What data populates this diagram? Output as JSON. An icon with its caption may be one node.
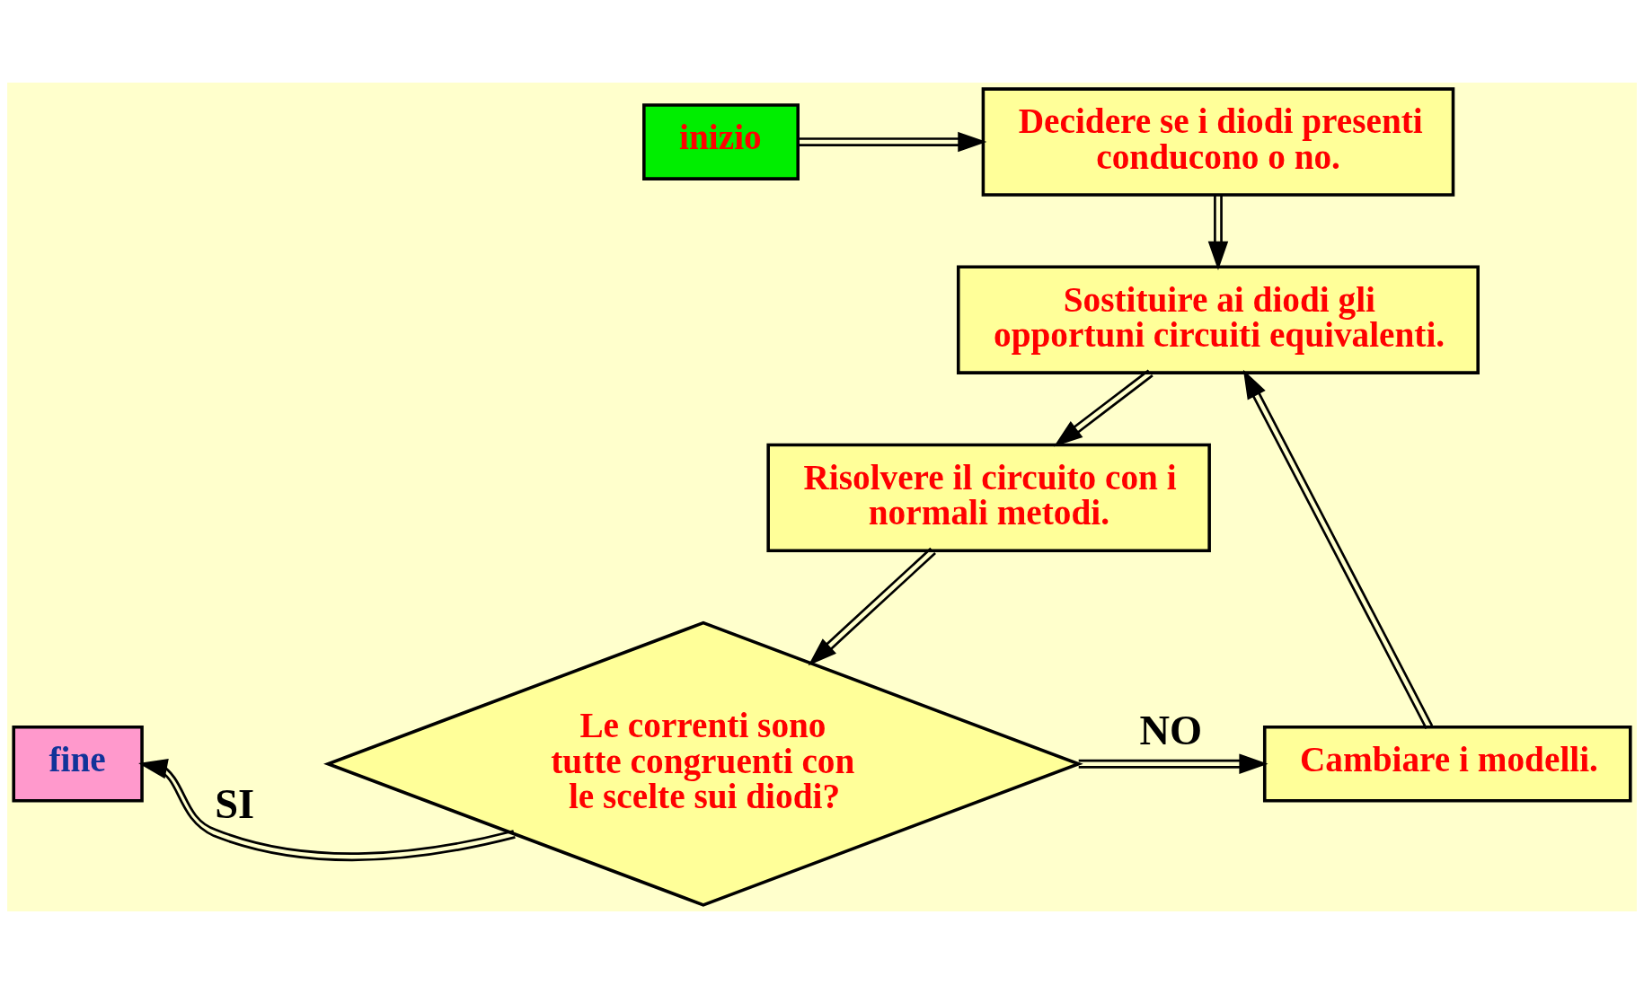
{
  "diagram": {
    "nodes": [
      {
        "text": [
          "inizio"
        ]
      },
      {
        "text": [
          "Decidere se i diodi presenti conducono o no."
        ]
      },
      {
        "text": [
          "Sostituire ai diodi gli opportuni circuiti equivalenti."
        ]
      },
      {
        "text": [
          "Risolvere il circuito con i normali metodi."
        ]
      },
      {
        "text": [
          "Le correnti sono tutte congruenti con le scelte sui diodi?"
        ]
      },
      {
        "text": [
          "fine"
        ]
      },
      {
        "text": [
          "Cambiare i modelli."
        ]
      }
    ],
    "edges": [
      {
        "from": 0,
        "to": 1,
        "arrow": "to"
      },
      {
        "from": 1,
        "to": 2,
        "arrow": "to"
      },
      {
        "from": 2,
        "to": 3,
        "arrow": "to"
      },
      {
        "from": 3,
        "to": 4,
        "arrow": "to"
      },
      {
        "from": 4,
        "to": 5,
        "arrow": "to",
        "label": "SI"
      },
      {
        "from": 4,
        "to": 6,
        "arrow": "to",
        "label": "NO"
      },
      {
        "from": 6,
        "to": 2,
        "arrow": "to"
      }
    ]
  }
}
